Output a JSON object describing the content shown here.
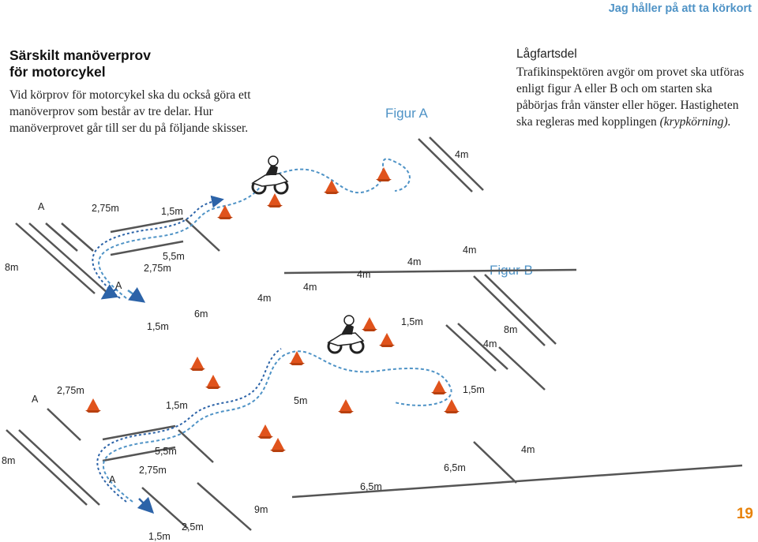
{
  "header": {
    "running_title": "Jag håller på att ta körkort"
  },
  "section": {
    "title_line1": "Särskilt manöverprov",
    "title_line2": "för motorcykel",
    "intro": "Vid körprov för motorcykel ska du också göra ett manöverprov som består av tre delar. Hur manöverprovet går till ser du på följande skisser."
  },
  "low_speed": {
    "title": "Lågfartsdel",
    "text": "Trafikinspektören avgör om provet ska utföras enligt figur A eller B och om starten ska påbörjas från vänster eller höger. Hastigheten ska regleras med kopplingen",
    "text_italic": "(krypkörning)."
  },
  "figure_a": {
    "label": "Figur A",
    "dims": {
      "a": "A",
      "w275": "2,75m",
      "w15": "1,5m",
      "left8": "8m",
      "w55": "5,5m",
      "w275b": "2,75m",
      "a2": "A",
      "w15b": "1,5m",
      "d6": "6m",
      "d4a": "4m",
      "d4b": "4m",
      "d4c": "4m",
      "d4d": "4m",
      "d4e": "4m",
      "d4top": "4m"
    }
  },
  "figure_b": {
    "label": "Figur B",
    "dims": {
      "w15mid": "1,5m",
      "w4": "4m",
      "w8": "8m",
      "a": "A",
      "w275": "2,75m",
      "w15": "1,5m",
      "d5": "5m",
      "w15r": "1,5m",
      "left8": "8m",
      "w55": "5,5m",
      "a2": "A",
      "w275b": "2,75m",
      "d65": "6,5m",
      "d65b": "6,5m",
      "d4": "4m",
      "d9": "9m",
      "w25": "2,5m",
      "w15bot": "1,5m"
    }
  },
  "page_number": "19",
  "colors": {
    "accent_blue": "#4f93c6",
    "cone_orange": "#e0531c",
    "page_number": "#e8830b",
    "lines": "#555555"
  }
}
